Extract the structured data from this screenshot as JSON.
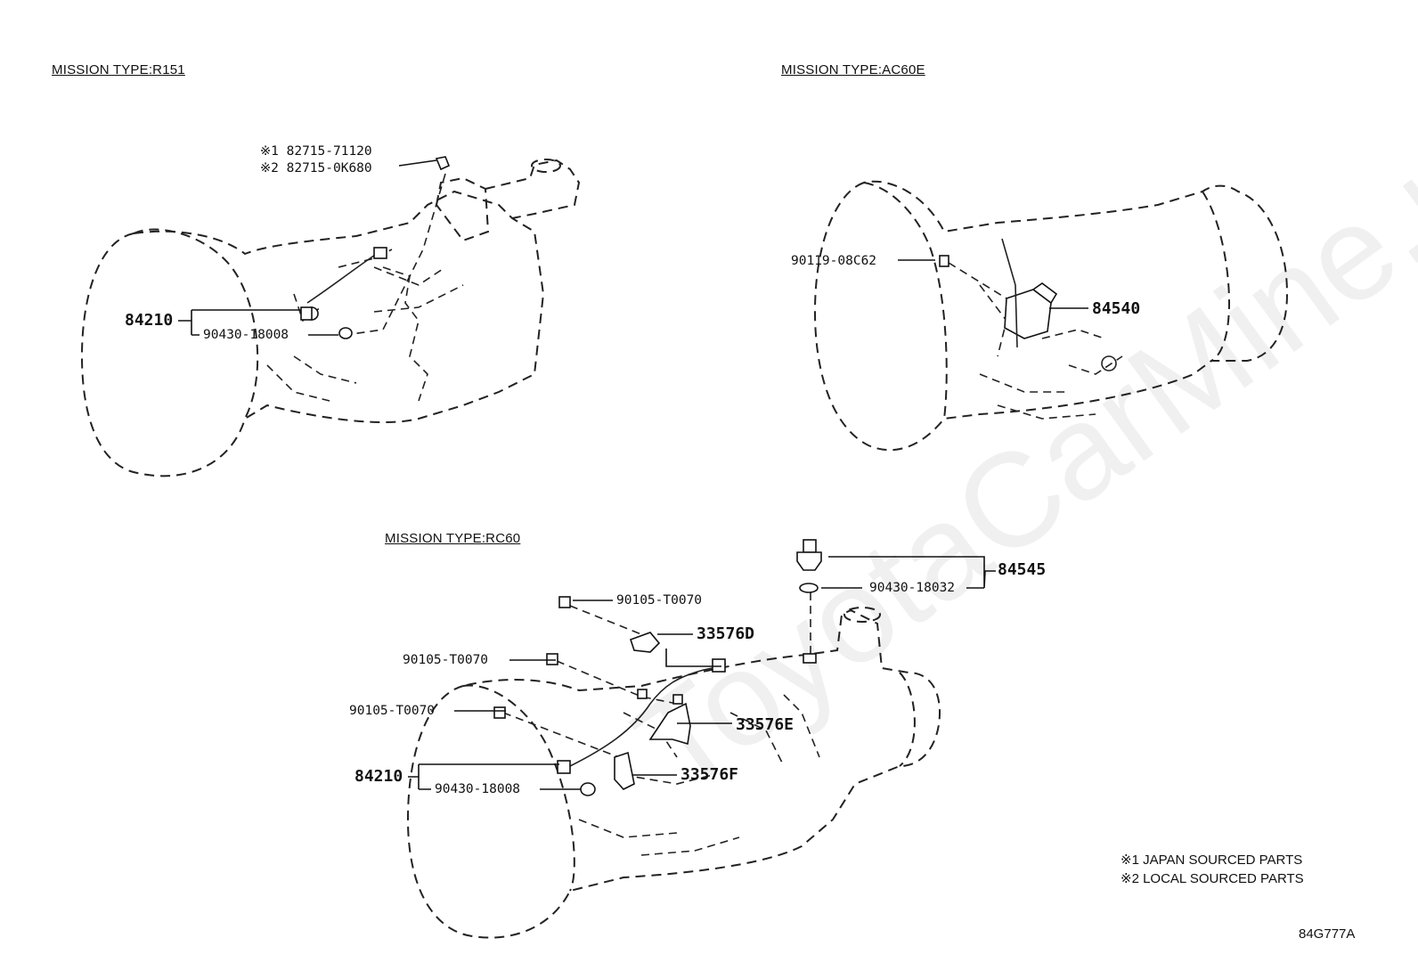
{
  "watermark": "ToyotaCarMine.ru",
  "titles": {
    "r151": "MISSION TYPE:R151",
    "ac60e": "MISSION TYPE:AC60E",
    "rc60": "MISSION TYPE:RC60"
  },
  "r151": {
    "ref1": "※1 82715-71120",
    "ref2": "※2 82715-0K680",
    "sensor": "84210",
    "gasket": "90430-18008"
  },
  "ac60e": {
    "bolt": "90119-08C62",
    "switch": "84540"
  },
  "rc60": {
    "switch": "84545",
    "gasket_top": "90430-18032",
    "bolt1": "90105-T0070",
    "bolt2": "90105-T0070",
    "bolt3": "90105-T0070",
    "clamp_d": "33576D",
    "clamp_e": "33576E",
    "clamp_f": "33576F",
    "sensor": "84210",
    "gasket": "90430-18008"
  },
  "notes": {
    "n1": "※1 JAPAN SOURCED PARTS",
    "n2": "※2 LOCAL SOURCED PARTS"
  },
  "diagram_code": "84G777A"
}
